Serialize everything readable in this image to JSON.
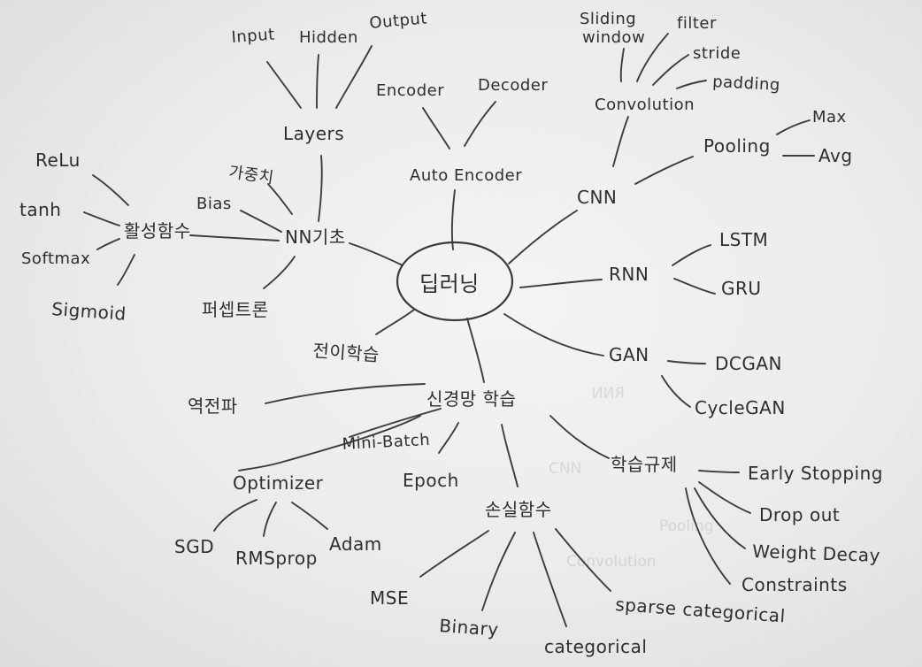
{
  "center": "딥러닝",
  "nodes": {
    "nn_basics": "NN기초",
    "layers": "Layers",
    "input": "Input",
    "hidden": "Hidden",
    "output": "Output",
    "weight": "가중치",
    "bias": "Bias",
    "activation": "활성함수",
    "relu": "ReLu",
    "tanh": "tanh",
    "softmax": "Softmax",
    "sigmoid": "Sigmoid",
    "perceptron": "퍼셉트론",
    "autoencoder": "Auto Encoder",
    "encoder": "Encoder",
    "decoder": "Decoder",
    "cnn": "CNN",
    "convolution": "Convolution",
    "sliding_window_1": "Sliding",
    "sliding_window_2": "window",
    "filter": "filter",
    "stride": "stride",
    "padding": "padding",
    "pooling": "Pooling",
    "max": "Max",
    "avg": "Avg",
    "rnn": "RNN",
    "lstm": "LSTM",
    "gru": "GRU",
    "gan": "GAN",
    "dcgan": "DCGAN",
    "cyclegan": "CycleGAN",
    "transfer": "전이학습",
    "nn_training": "신경망 학습",
    "backprop": "역전파",
    "minibatch": "Mini-Batch",
    "epoch": "Epoch",
    "optimizer": "Optimizer",
    "sgd": "SGD",
    "rmsprop": "RMSprop",
    "adam": "Adam",
    "loss": "손실함수",
    "mse": "MSE",
    "binary": "Binary",
    "categorical": "categorical",
    "sparse_categorical": "sparse categorical",
    "regularization": "학습규제",
    "early_stopping": "Early Stopping",
    "dropout": "Drop out",
    "weight_decay": "Weight Decay",
    "constraints": "Constraints"
  },
  "ghost_text": [
    "RNN",
    "CNN",
    "Convolution",
    "Pooling"
  ]
}
